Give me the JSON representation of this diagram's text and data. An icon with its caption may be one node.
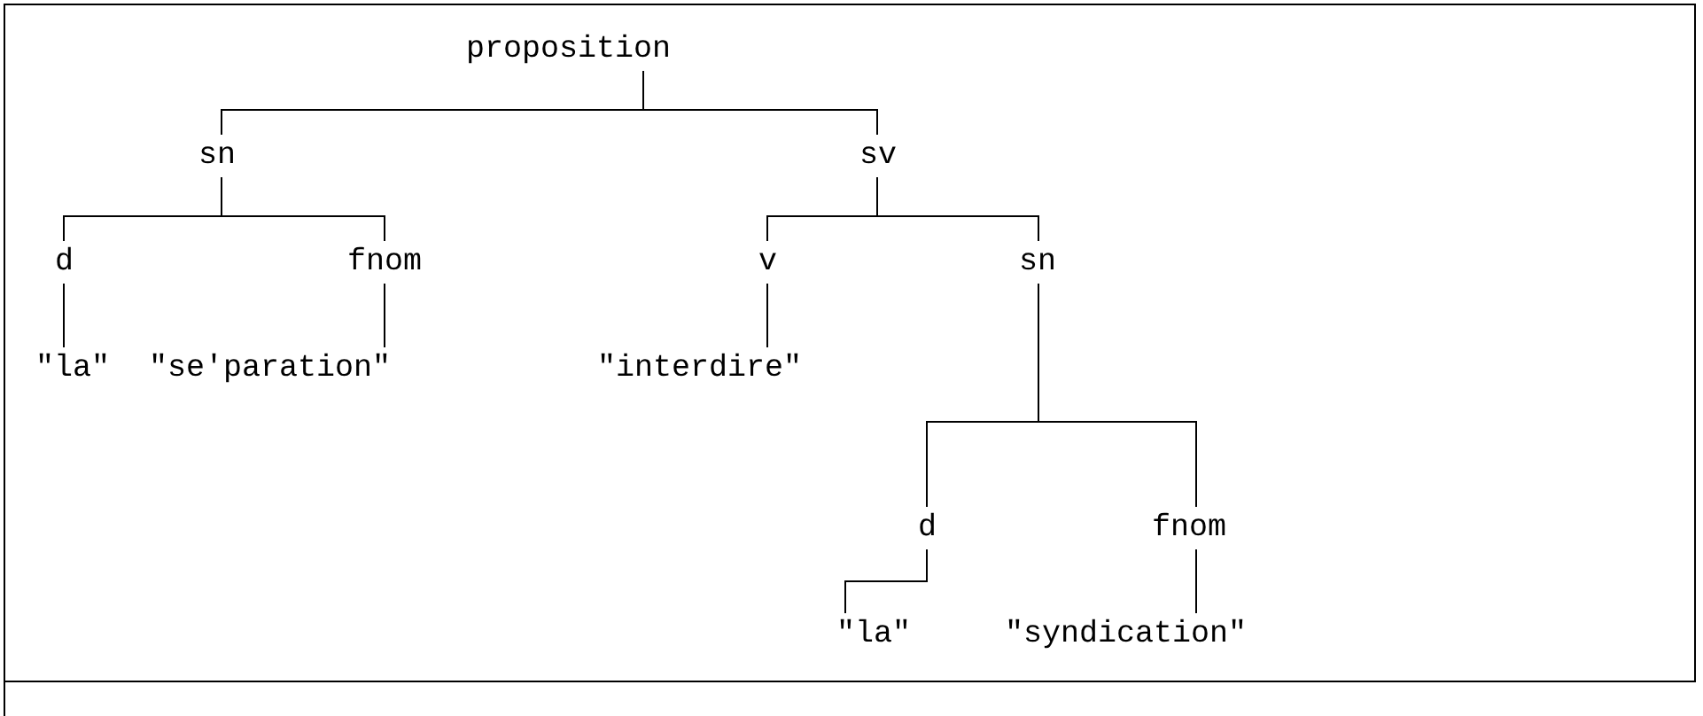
{
  "diagram": {
    "nodes": [
      {
        "text": [
          "proposition"
        ]
      },
      {
        "text": [
          "sn"
        ]
      },
      {
        "text": [
          "sv"
        ]
      },
      {
        "text": [
          "d"
        ]
      },
      {
        "text": [
          "fnom"
        ]
      },
      {
        "text": [
          "v"
        ]
      },
      {
        "text": [
          "sn"
        ]
      },
      {
        "text": [
          "\"la\""
        ]
      },
      {
        "text": [
          "\"se'paration\""
        ]
      },
      {
        "text": [
          "\"interdire\""
        ]
      },
      {
        "text": [
          "d"
        ]
      },
      {
        "text": [
          "fnom"
        ]
      },
      {
        "text": [
          "\"la\""
        ]
      },
      {
        "text": [
          "\"syndication\""
        ]
      }
    ],
    "edges": [
      {
        "from": 0,
        "to": 1,
        "arrow": "none"
      },
      {
        "from": 0,
        "to": 2,
        "arrow": "none"
      },
      {
        "from": 1,
        "to": 3,
        "arrow": "none"
      },
      {
        "from": 1,
        "to": 4,
        "arrow": "none"
      },
      {
        "from": 3,
        "to": 7,
        "arrow": "none"
      },
      {
        "from": 4,
        "to": 8,
        "arrow": "none"
      },
      {
        "from": 2,
        "to": 5,
        "arrow": "none"
      },
      {
        "from": 2,
        "to": 6,
        "arrow": "none"
      },
      {
        "from": 5,
        "to": 9,
        "arrow": "none"
      },
      {
        "from": 6,
        "to": 10,
        "arrow": "none"
      },
      {
        "from": 6,
        "to": 11,
        "arrow": "none"
      },
      {
        "from": 10,
        "to": 12,
        "arrow": "none"
      },
      {
        "from": 11,
        "to": 13,
        "arrow": "none"
      }
    ]
  }
}
